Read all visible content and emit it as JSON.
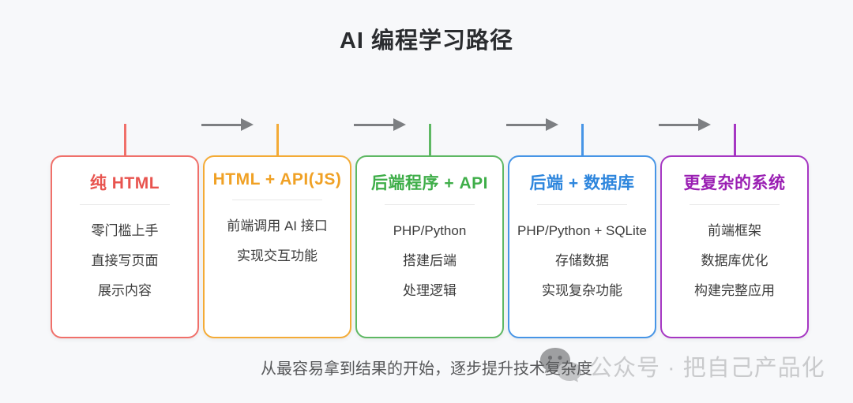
{
  "title": "AI 编程学习路径",
  "caption": "从最容易拿到结果的开始，逐步提升技术复杂度",
  "watermark": {
    "text": "公众号 · 把自己产品化"
  },
  "arrow_color": "#7d7f82",
  "background_color": "#f7f8fa",
  "steps": [
    {
      "title": "纯 HTML",
      "title_color": "#e8544f",
      "border_color": "#f0706a",
      "items": [
        "零门槛上手",
        "直接写页面",
        "展示内容"
      ]
    },
    {
      "title": "HTML + API(JS)",
      "title_color": "#f0a125",
      "border_color": "#f4ab36",
      "items": [
        "前端调用 AI 接口",
        "实现交互功能"
      ]
    },
    {
      "title": "后端程序 + API",
      "title_color": "#3fae49",
      "border_color": "#5eb863",
      "items": [
        "PHP/Python",
        "搭建后端",
        "处理逻辑"
      ]
    },
    {
      "title": "后端 + 数据库",
      "title_color": "#2e86dd",
      "border_color": "#4795e6",
      "items": [
        "PHP/Python + SQLite",
        "存储数据",
        "实现复杂功能"
      ]
    },
    {
      "title": "更复杂的系统",
      "title_color": "#9a1fb3",
      "border_color": "#a637c3",
      "items": [
        "前端框架",
        "数据库优化",
        "构建完整应用"
      ]
    }
  ]
}
